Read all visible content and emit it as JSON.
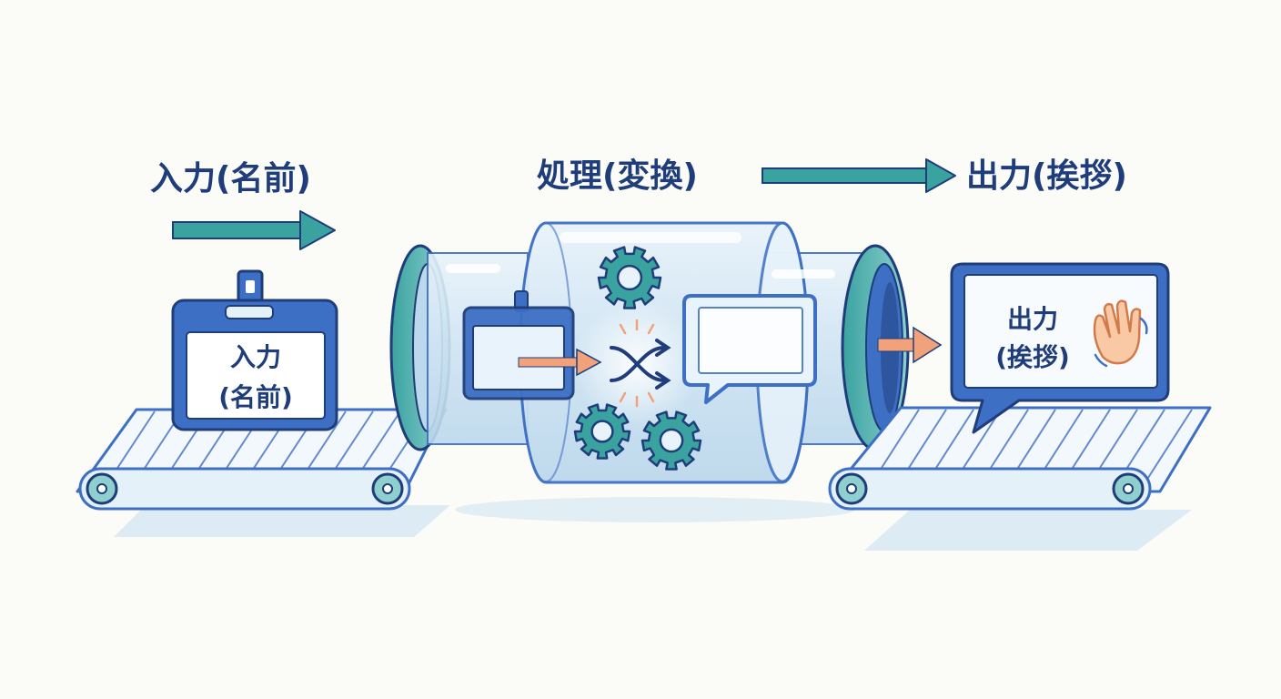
{
  "stages": {
    "input": {
      "heading": "入力(名前)"
    },
    "process": {
      "heading": "処理(変換)"
    },
    "output": {
      "heading": "出力(挨拶)"
    }
  },
  "input_badge": {
    "line1": "入力",
    "line2": "(名前)"
  },
  "output_bubble": {
    "line1": "出力",
    "line2": "(挨拶)"
  },
  "icons": [
    "id-badge-icon",
    "gear-icon",
    "shuffle-icon",
    "speech-bubble-icon",
    "waving-hand-icon",
    "arrow-icon",
    "conveyor-belt-icon"
  ],
  "colors": {
    "navy": "#1f3d7a",
    "blue": "#3d6fc4",
    "teal": "#3aa3a0",
    "light_blue": "#dbeaf6",
    "orange": "#f2a27a"
  }
}
